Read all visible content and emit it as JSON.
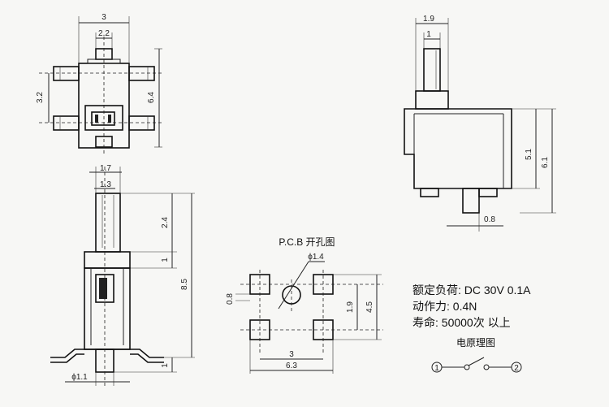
{
  "top_view": {
    "dim_width_top": "3",
    "dim_width_inner": "2.2",
    "dim_pin_pitch": "3.2",
    "dim_height": "6.4"
  },
  "side_view_right": {
    "dim_top_width": "1.9",
    "dim_inner_width": "1",
    "dim_body_height": "5.1",
    "dim_total_height": "6.1",
    "dim_pin_offset": "0.8"
  },
  "front_view": {
    "dim_top_width": "1.7",
    "dim_inner_width": "1.3",
    "dim_stem": "2.4",
    "dim_step": "1",
    "dim_total": "8.5",
    "dim_bottom": "1",
    "dim_pin_dia": "ϕ1.1"
  },
  "pcb": {
    "title": "P.C.B 开孔图",
    "hole_dia": "ϕ1.4",
    "dim_pad_size": "0.8",
    "dim_row_pitch": "1.9",
    "dim_height": "4.5",
    "dim_inner_width": "3",
    "dim_outer_width": "6.3"
  },
  "specs": {
    "line1": "额定负荷: DC 30V 0.1A",
    "line2": "动作力: 0.4N",
    "line3": "寿命: 50000次 以上"
  },
  "circuit": {
    "title": "电原理图",
    "terminal_1": "1",
    "terminal_2": "2"
  }
}
